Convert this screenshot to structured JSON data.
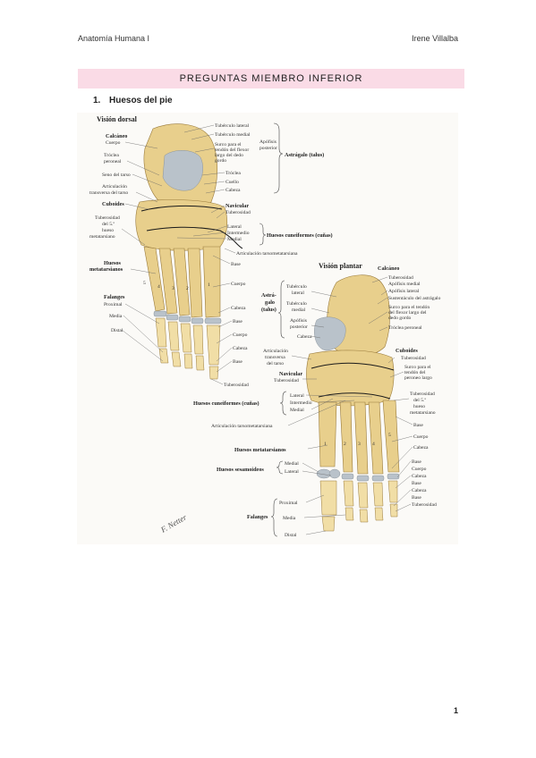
{
  "header": {
    "left": "Anatomía Humana I",
    "right": "Irene Villalba"
  },
  "banner": {
    "title": "PREGUNTAS MIEMBRO INFERIOR"
  },
  "section": {
    "number": "1.",
    "title": "Huesos del pie"
  },
  "figure": {
    "dorsal": {
      "title": "Visión dorsal",
      "left_labels": [
        "Calcáneo",
        "Cuerpo",
        "Tróclea",
        "peroneal",
        "Seno del tarso",
        "Articulación",
        "transversa del tarso",
        "Cuboides",
        "Tuberosidad",
        "del 5.º",
        "hueso",
        "metatarsiano",
        "Huesos",
        "metatarsianos",
        "Falanges",
        "Proximal",
        "Media",
        "Distal"
      ],
      "right_labels": [
        "Tubérculo lateral",
        "Tubérculo medial",
        "Surco para el",
        "tendón del flexor",
        "largo del dedo",
        "gordo",
        "Tróclea",
        "Cuello",
        "Cabeza",
        "Navicular",
        "Tuberosidad",
        "Lateral",
        "Intermedio",
        "Medial",
        "Articulación tarsometatarsiana",
        "Base",
        "Cuerpo",
        "Cabeza",
        "Base",
        "Cuerpo",
        "Cabeza",
        "Base",
        "Tuberosidad"
      ],
      "apofisis": [
        "Apófisis",
        "posterior"
      ],
      "astragalo": "Astrágalo (talus)",
      "cuneiformes": "Huesos cuneiformes (cuñas)",
      "digits": [
        "5",
        "4",
        "3",
        "2",
        "1"
      ]
    },
    "plantar": {
      "title": "Visión plantar",
      "top_title": "Calcáneo",
      "right_labels": [
        "Tuberosidad",
        "Apófisis medial",
        "Apófisis lateral",
        "Sustentáculo del astrágalo",
        "Surco para el tendón",
        "del flexor largo del",
        "dedo gordo",
        "Tróclea peroneal",
        "Cuboides",
        "Tuberosidad",
        "Surco para el",
        "tendón del",
        "peroneo largo",
        "Tuberosidad",
        "del 5.º",
        "hueso",
        "metatarsiano",
        "Base",
        "Cuerpo",
        "Cabeza",
        "Base",
        "Cuerpo",
        "Cabeza",
        "Base",
        "Cabeza",
        "Base",
        "Tuberosidad"
      ],
      "astra_labels": [
        "Astrá-",
        "galo",
        "(talus)"
      ],
      "astra_parts": [
        "Tubérculo",
        "lateral",
        "Tubérculo",
        "medial",
        "Apófisis",
        "posterior",
        "Cabeza"
      ],
      "mid_labels": [
        "Articulación",
        "transversa",
        "del tarso"
      ],
      "navicular": "Navicular",
      "navicular_sub": "Tuberosidad",
      "cuneiformes": "Huesos cuneiformes (cuñas)",
      "cune_parts": [
        "Lateral",
        "Intermedio",
        "Medial"
      ],
      "tarsomet": "Articulación tarsometatarsiana",
      "metatarsianos": "Huesos metatarsianos",
      "sesamoideos": "Huesos sesamoideos",
      "sesa_parts": [
        "Medial",
        "Lateral"
      ],
      "falanges": "Falanges",
      "falanges_parts": [
        "Proximal",
        "Media",
        "Distal"
      ],
      "digits": [
        "1",
        "2",
        "3",
        "4",
        "5"
      ]
    },
    "signature": "F. Netter"
  },
  "page_number": "1"
}
